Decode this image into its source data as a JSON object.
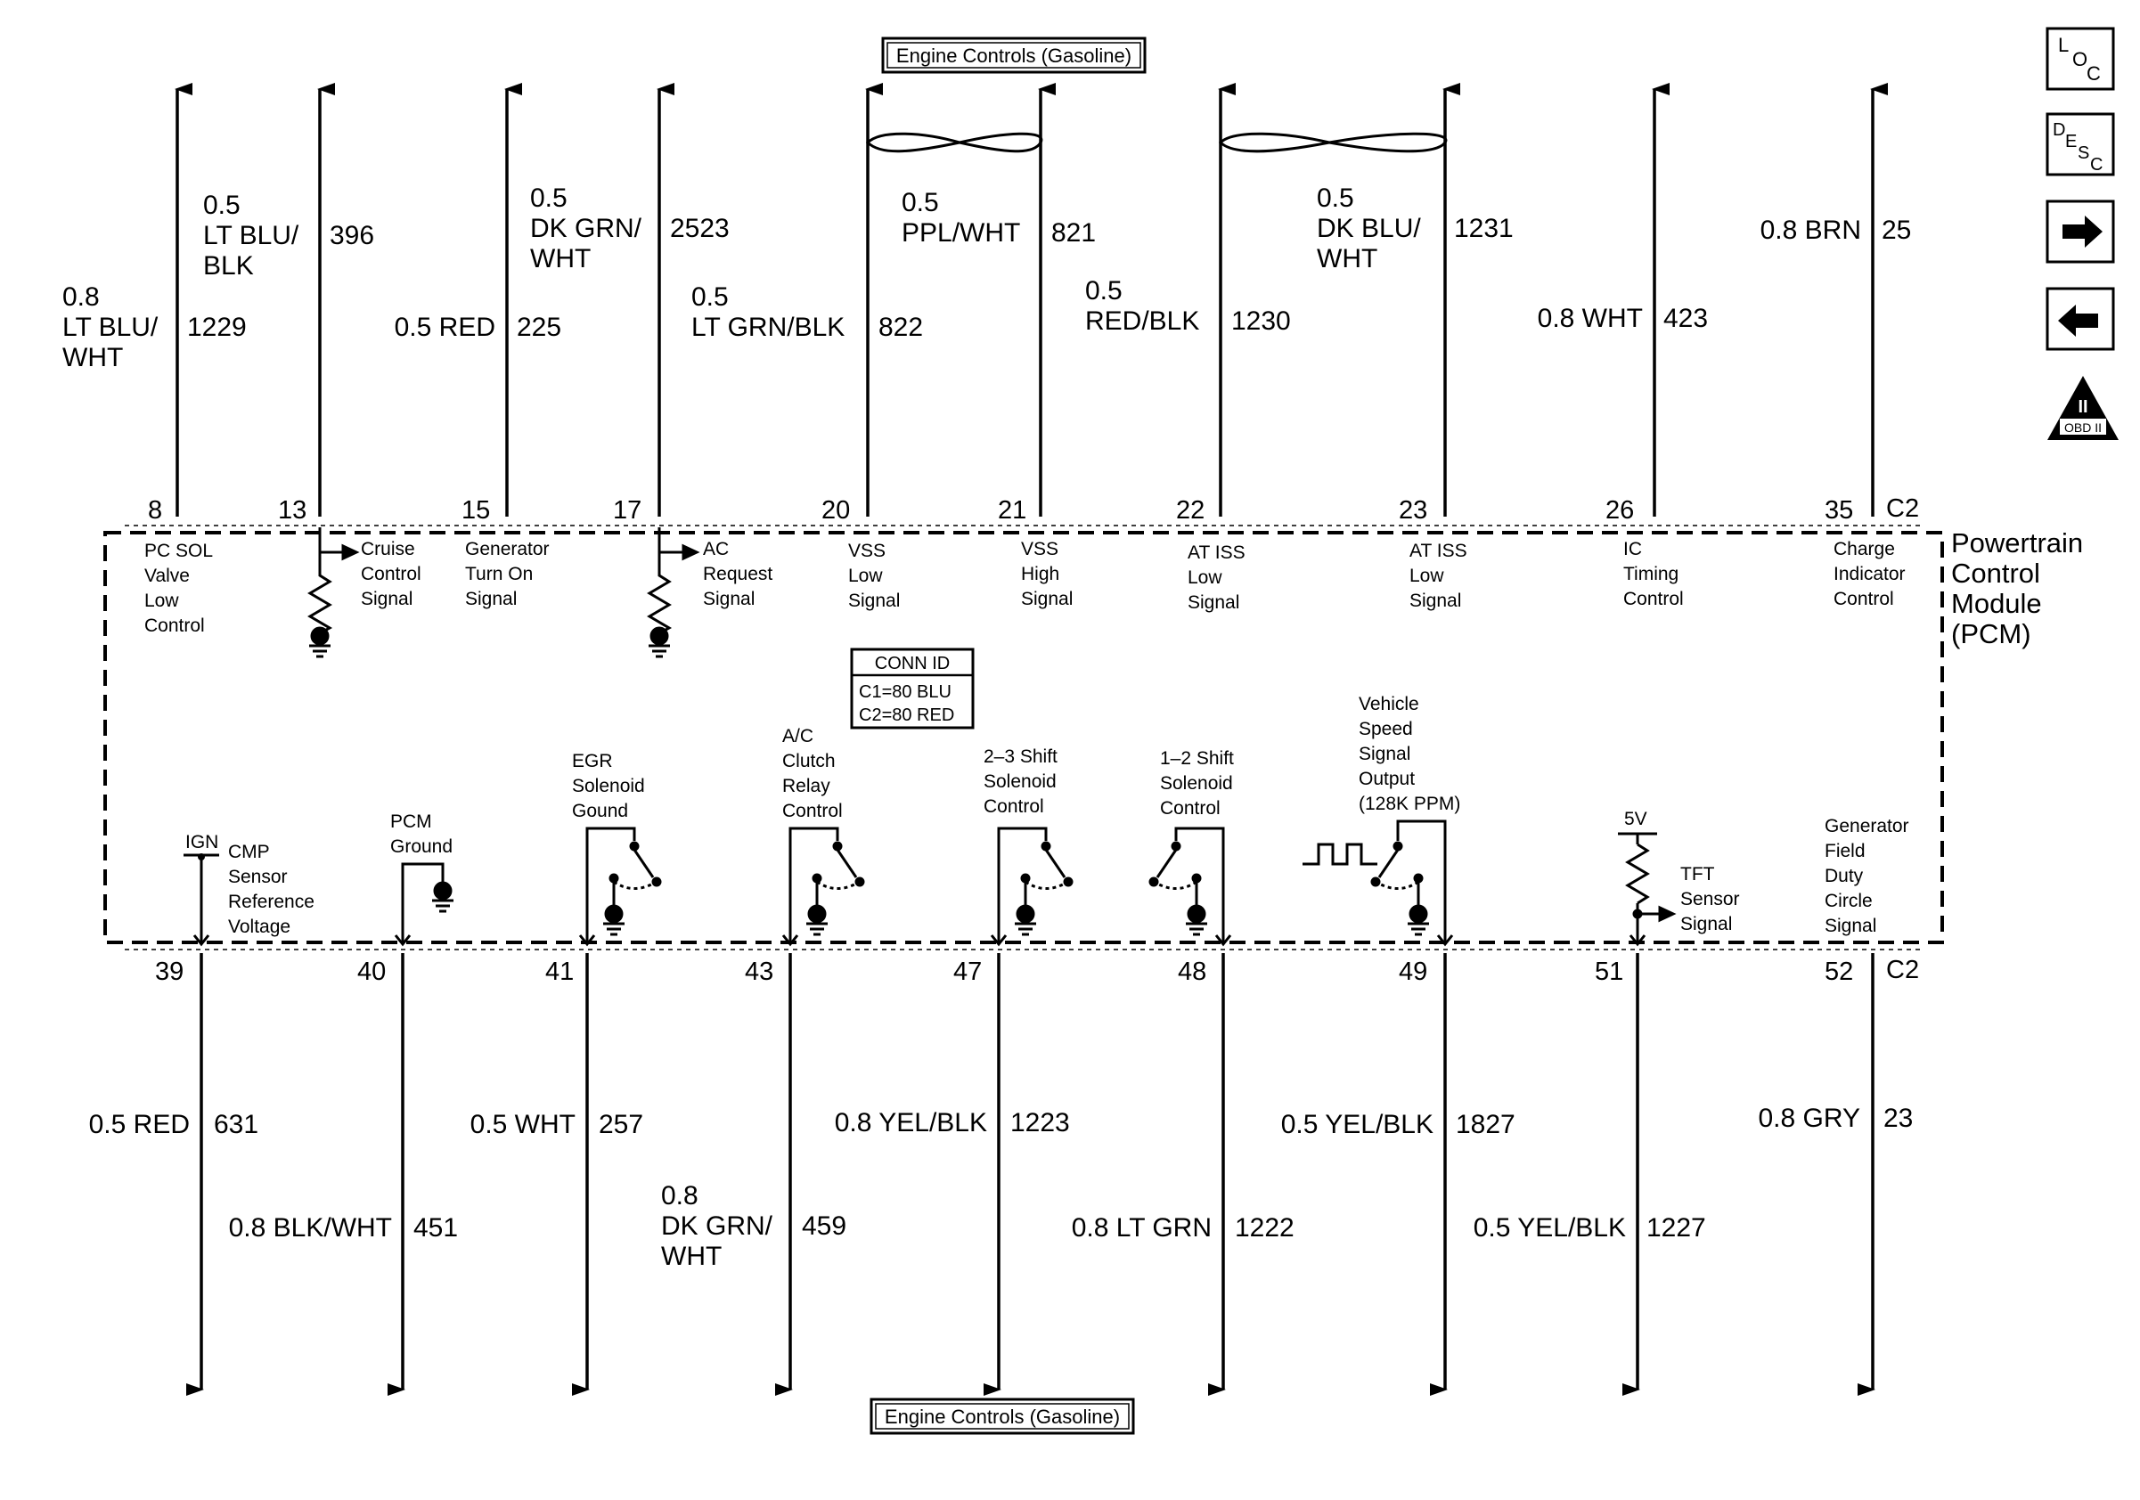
{
  "ref": {
    "top": "Engine Controls (Gasoline)",
    "bottom": "Engine Controls (Gasoline)"
  },
  "module": {
    "line1": "Powertrain",
    "line2": "Control",
    "line3": "Module",
    "line4": "(PCM)"
  },
  "connector": {
    "top_id": "C2",
    "bottom_id": "C2"
  },
  "conn_id": {
    "title": "CONN ID",
    "c1": "C1=80 BLU",
    "c2": "C2=80 RED"
  },
  "top_wires": [
    {
      "pin": "8",
      "gauge": "0.8",
      "color": "LT BLU/",
      "color2": "WHT",
      "circuit": "1229",
      "pin_label": [
        "PC SOL",
        "Valve",
        "Low",
        "Control"
      ]
    },
    {
      "pin": "13",
      "gauge": "0.5",
      "color": "LT BLU/",
      "color2": "BLK",
      "circuit": "396",
      "pin_label": [
        "Cruise",
        "Control",
        "Signal"
      ]
    },
    {
      "pin": "15",
      "gauge": "0.5 RED",
      "circuit": "225",
      "pin_label": [
        "Generator",
        "Turn On",
        "Signal"
      ]
    },
    {
      "pin": "17",
      "gauge": "0.5",
      "color": "DK GRN/",
      "color2": "WHT",
      "circuit": "2523",
      "pin_label": [
        "AC",
        "Request",
        "Signal"
      ]
    },
    {
      "pin": "20",
      "gauge": "0.5",
      "color": "LT GRN/BLK",
      "circuit": "822",
      "pin_label": [
        "VSS",
        "Low",
        "Signal"
      ]
    },
    {
      "pin": "21",
      "gauge": "0.5",
      "color": "PPL/WHT",
      "circuit": "821",
      "pin_label": [
        "VSS",
        "High",
        "Signal"
      ]
    },
    {
      "pin": "22",
      "gauge": "0.5",
      "color": "RED/BLK",
      "circuit": "1230",
      "pin_label": [
        "AT ISS",
        "Low",
        "Signal"
      ]
    },
    {
      "pin": "23",
      "gauge": "0.5",
      "color": "DK BLU/",
      "color2": "WHT",
      "circuit": "1231",
      "pin_label": [
        "AT ISS",
        "Low",
        "Signal"
      ]
    },
    {
      "pin": "26",
      "gauge": "0.8 WHT",
      "circuit": "423",
      "pin_label": [
        "IC",
        "Timing",
        "Control"
      ]
    },
    {
      "pin": "35",
      "gauge": "0.8 BRN",
      "circuit": "25",
      "pin_label": [
        "Charge",
        "Indicator",
        "Control"
      ]
    }
  ],
  "bottom_wires": [
    {
      "pin": "39",
      "gauge": "0.5 RED",
      "circuit": "631",
      "pin_label": [
        "CMP",
        "Sensor",
        "Reference",
        "Voltage"
      ],
      "extra": "IGN"
    },
    {
      "pin": "40",
      "gauge": "0.8 BLK/WHT",
      "circuit": "451",
      "pin_label": [
        "PCM",
        "Ground"
      ]
    },
    {
      "pin": "41",
      "gauge": "0.5 WHT",
      "circuit": "257",
      "pin_label": [
        "EGR",
        "Solenoid",
        "Gound"
      ]
    },
    {
      "pin": "43",
      "gauge": "0.8",
      "color": "DK GRN/",
      "color2": "WHT",
      "circuit": "459",
      "pin_label": [
        "A/C",
        "Clutch",
        "Relay",
        "Control"
      ]
    },
    {
      "pin": "47",
      "gauge": "0.8 YEL/BLK",
      "circuit": "1223",
      "pin_label": [
        "2–3 Shift",
        "Solenoid",
        "Control"
      ]
    },
    {
      "pin": "48",
      "gauge": "0.8 LT GRN",
      "circuit": "1222",
      "pin_label": [
        "1–2 Shift",
        "Solenoid",
        "Control"
      ]
    },
    {
      "pin": "49",
      "gauge": "0.5 YEL/BLK",
      "circuit": "1827",
      "pin_label": [
        "Vehicle",
        "Speed",
        "Signal",
        "Output",
        "(128K PPM)"
      ]
    },
    {
      "pin": "51",
      "gauge": "0.5 YEL/BLK",
      "circuit": "1227",
      "pin_label": [
        "TFT",
        "Sensor",
        "Signal"
      ],
      "extra": "5V"
    },
    {
      "pin": "52",
      "gauge": "0.8 GRY",
      "circuit": "23",
      "pin_label": [
        "Generator",
        "Field",
        "Duty",
        "Circle",
        "Signal"
      ]
    }
  ],
  "nav": {
    "loc": [
      "L",
      "O",
      "C"
    ],
    "desc": [
      "D",
      "E",
      "S",
      "C"
    ],
    "obd_roman": "II",
    "obd_text": "OBD II"
  },
  "icons": {
    "forward": "arrow-right-icon",
    "back": "arrow-left-icon",
    "obd": "obd-warning-icon"
  }
}
